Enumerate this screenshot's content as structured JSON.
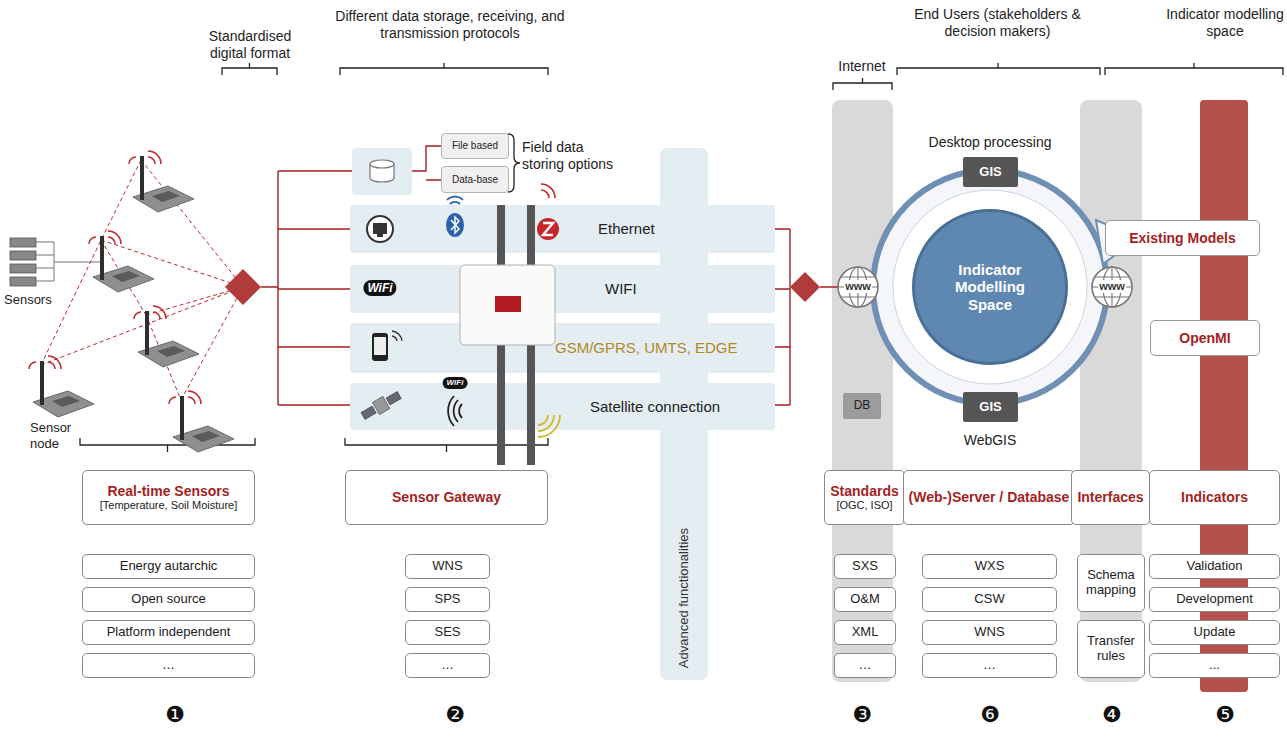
{
  "diagram": {
    "nodes": [
      {
        "text": [
          "File based"
        ]
      },
      {
        "text": [
          "Data-base"
        ]
      },
      {
        "text": [
          "Ethernet"
        ]
      },
      {
        "text": [
          "WIFI"
        ]
      },
      {
        "text": [
          "GSM/GPRS, UMTS, EDGE"
        ]
      },
      {
        "text": [
          "Satellite connection"
        ]
      },
      {
        "text": [
          "Advanced functionalities"
        ]
      },
      {
        "text": [
          "GIS"
        ]
      },
      {
        "text": [
          "Indicator Modelling Space"
        ]
      },
      {
        "text": [
          "GIS"
        ]
      },
      {
        "text": [
          "Existing Models"
        ]
      },
      {
        "text": [
          "OpenMI"
        ]
      },
      {
        "text": [
          "DB"
        ]
      },
      {
        "text": [
          "Real-time Sensors",
          "[Temperature, Soil Moisture]"
        ]
      },
      {
        "text": [
          "Energy autarchic"
        ]
      },
      {
        "text": [
          "Open source"
        ]
      },
      {
        "text": [
          "Platform independent"
        ]
      },
      {
        "text": [
          "…"
        ]
      },
      {
        "text": [
          "Sensor Gateway"
        ]
      },
      {
        "text": [
          "WNS"
        ]
      },
      {
        "text": [
          "SPS"
        ]
      },
      {
        "text": [
          "SES"
        ]
      },
      {
        "text": [
          "…"
        ]
      },
      {
        "text": [
          "Standards",
          "[OGC, ISO]"
        ]
      },
      {
        "text": [
          "SXS"
        ]
      },
      {
        "text": [
          "O&M"
        ]
      },
      {
        "text": [
          "XML"
        ]
      },
      {
        "text": [
          "…"
        ]
      },
      {
        "text": [
          "(Web-)Server / Database"
        ]
      },
      {
        "text": [
          "WXS"
        ]
      },
      {
        "text": [
          "CSW"
        ]
      },
      {
        "text": [
          "WNS"
        ]
      },
      {
        "text": [
          "…"
        ]
      },
      {
        "text": [
          "Interfaces"
        ]
      },
      {
        "text": [
          "Schema mapping"
        ]
      },
      {
        "text": [
          "Transfer rules"
        ]
      },
      {
        "text": [
          "Indicators"
        ]
      },
      {
        "text": [
          "Validation"
        ]
      },
      {
        "text": [
          "Development"
        ]
      },
      {
        "text": [
          "Update"
        ]
      },
      {
        "text": [
          "..."
        ]
      }
    ],
    "labels": [
      "Standardised digital format",
      "Different data storage, receiving, and transmission protocols",
      "Internet",
      "End Users (stakeholders & decision makers)",
      "Indicator modelling space",
      "Field data storing options",
      "Desktop processing",
      "WebGIS",
      "Sensors",
      "Sensor node",
      "www",
      "www",
      "WiFi",
      "WiFi",
      "❶",
      "❷",
      "❸",
      "❻",
      "❹",
      "❺"
    ]
  }
}
